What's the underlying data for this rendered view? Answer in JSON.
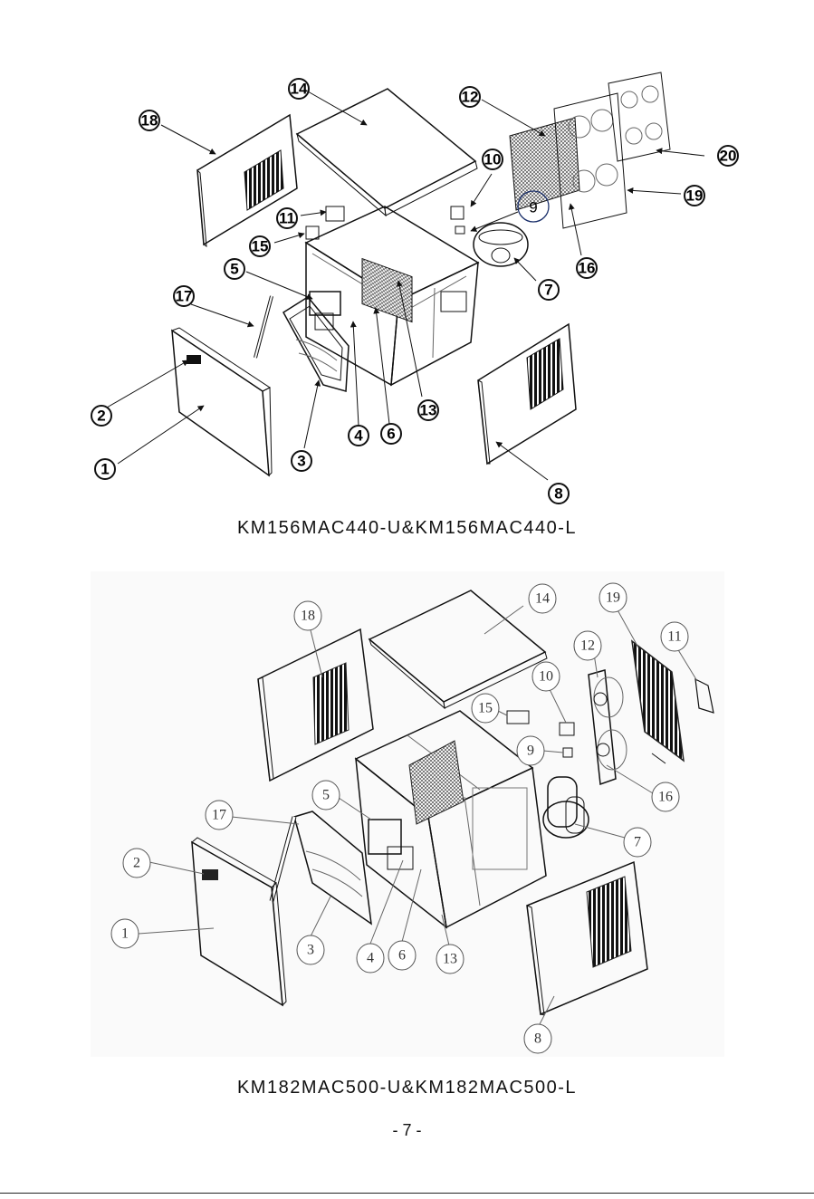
{
  "diagrams": [
    {
      "caption": "KM156MAC440-U&KM156MAC440-L",
      "callouts": [
        "1",
        "2",
        "3",
        "4",
        "5",
        "6",
        "7",
        "8",
        "9",
        "10",
        "11",
        "12",
        "13",
        "14",
        "15",
        "16",
        "17",
        "18",
        "19",
        "20"
      ]
    },
    {
      "caption": "KM182MAC500-U&KM182MAC500-L",
      "callouts": [
        "1",
        "2",
        "3",
        "4",
        "5",
        "6",
        "7",
        "8",
        "9",
        "10",
        "11",
        "12",
        "13",
        "14",
        "15",
        "16",
        "17",
        "18",
        "19"
      ]
    }
  ],
  "page_number": "- 7 -"
}
